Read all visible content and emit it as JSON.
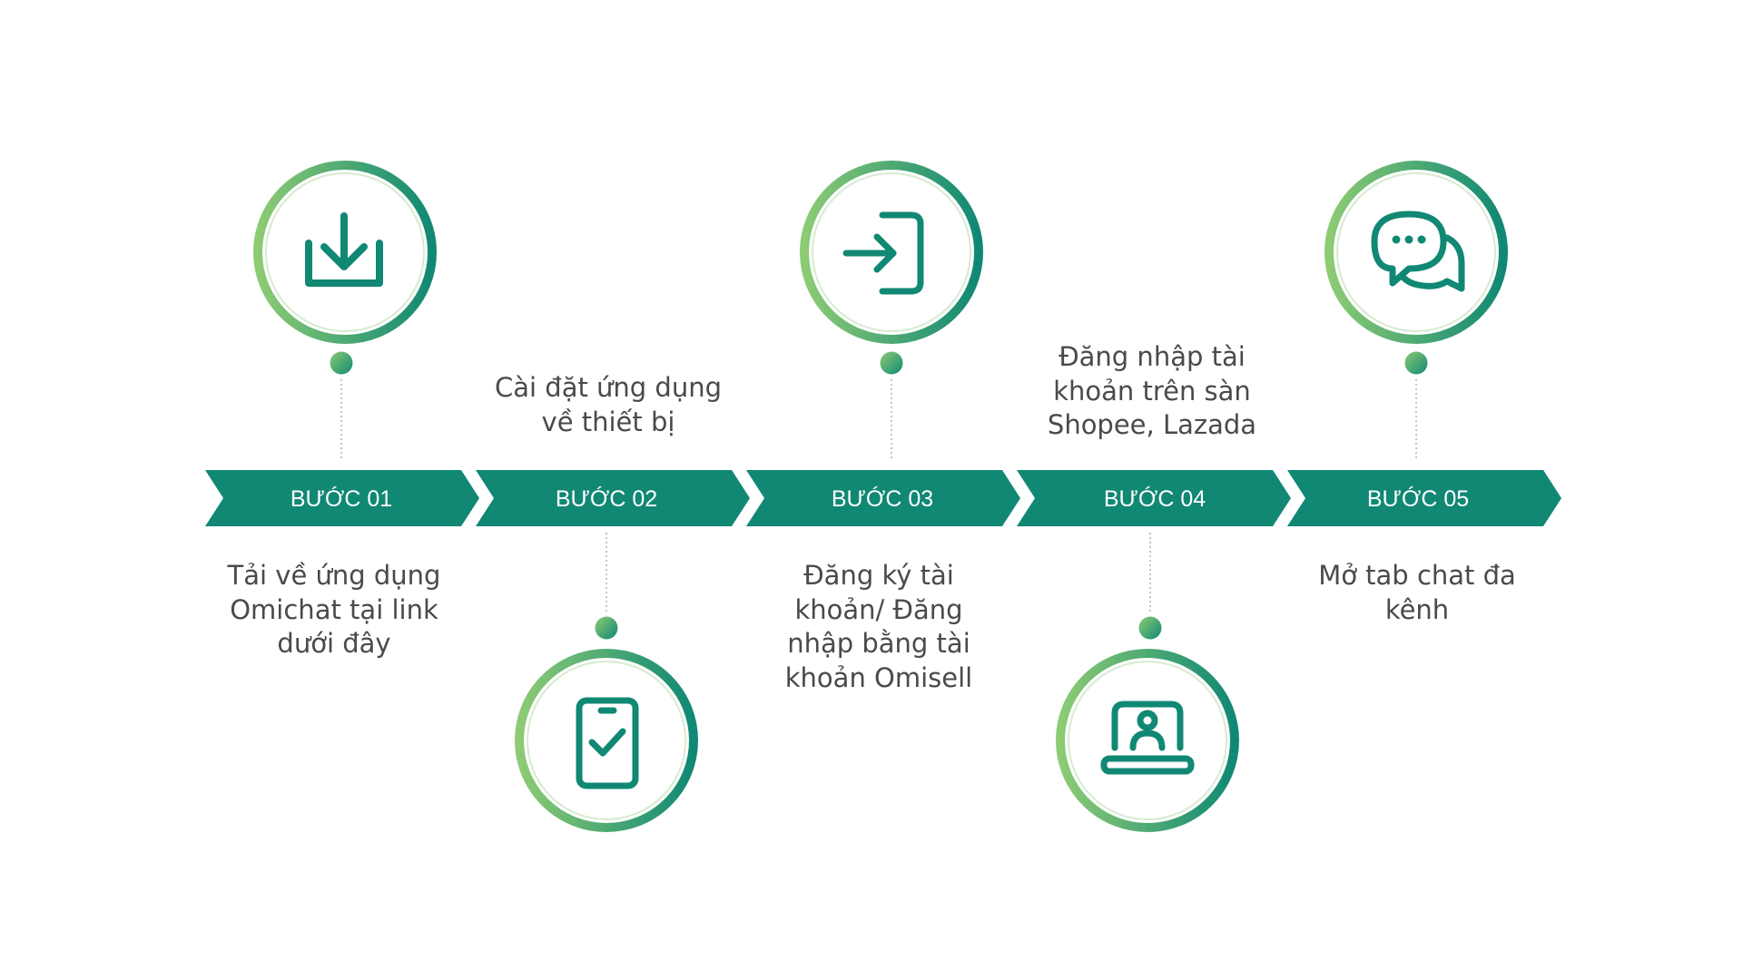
{
  "colors": {
    "primary": "#108874",
    "gradient_light": "#8dcb74",
    "gradient_dark": "#108874",
    "text": "#4a4a4a",
    "connector": "#b0b0b0"
  },
  "steps": [
    {
      "label": "BƯỚC 01",
      "icon": "download-icon",
      "position": "above",
      "desc_lines": [
        "Tải về ứng dụng",
        "Omichat tại link",
        "dưới đây"
      ]
    },
    {
      "label": "BƯỚC 02",
      "icon": "phone-check-icon",
      "position": "below",
      "desc_lines": [
        "Cài đặt ứng dụng",
        "về thiết bị"
      ]
    },
    {
      "label": "BƯỚC 03",
      "icon": "login-icon",
      "position": "above",
      "desc_lines": [
        "Đăng ký tài",
        "khoản/ Đăng",
        "nhập bằng tài",
        "khoản Omisell"
      ]
    },
    {
      "label": "BƯỚC 04",
      "icon": "laptop-user-icon",
      "position": "below",
      "desc_lines": [
        "Đăng nhập tài",
        "khoản trên sàn",
        "Shopee, Lazada"
      ]
    },
    {
      "label": "BƯỚC 05",
      "icon": "chat-bubbles-icon",
      "position": "above",
      "desc_lines": [
        "Mở tab chat đa",
        "kênh"
      ]
    }
  ]
}
